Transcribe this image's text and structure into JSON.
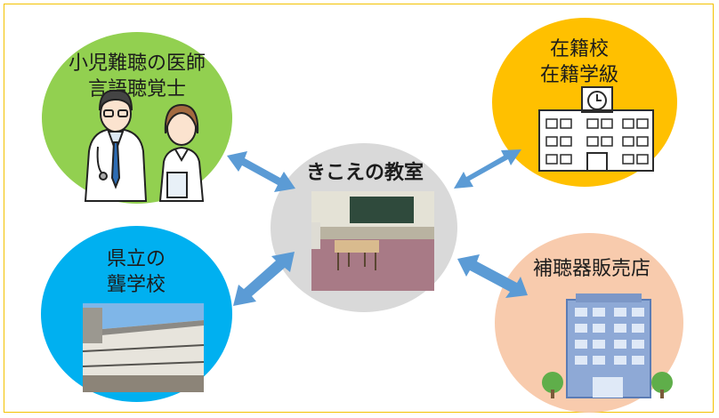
{
  "center": {
    "title": "きこえの教室",
    "color": "#d9d9d9"
  },
  "nodes": {
    "doctor": {
      "lines": [
        "小児難聴の医師",
        "言語聴覚士"
      ],
      "color": "#92d050"
    },
    "school": {
      "lines": [
        "在籍校",
        "在籍学級"
      ],
      "color": "#ffc000"
    },
    "deaf_school": {
      "lines": [
        "県立の",
        "聾学校"
      ],
      "color": "#00b0f0"
    },
    "hearing_aid_store": {
      "lines": [
        "補聴器販売店"
      ],
      "color": "#f8cbad"
    }
  },
  "arrow_color": "#5b9bd5",
  "icons": [
    "doctor-nurse-illustration",
    "classroom-photo",
    "school-building-illustration",
    "school-photo",
    "office-building-illustration"
  ]
}
